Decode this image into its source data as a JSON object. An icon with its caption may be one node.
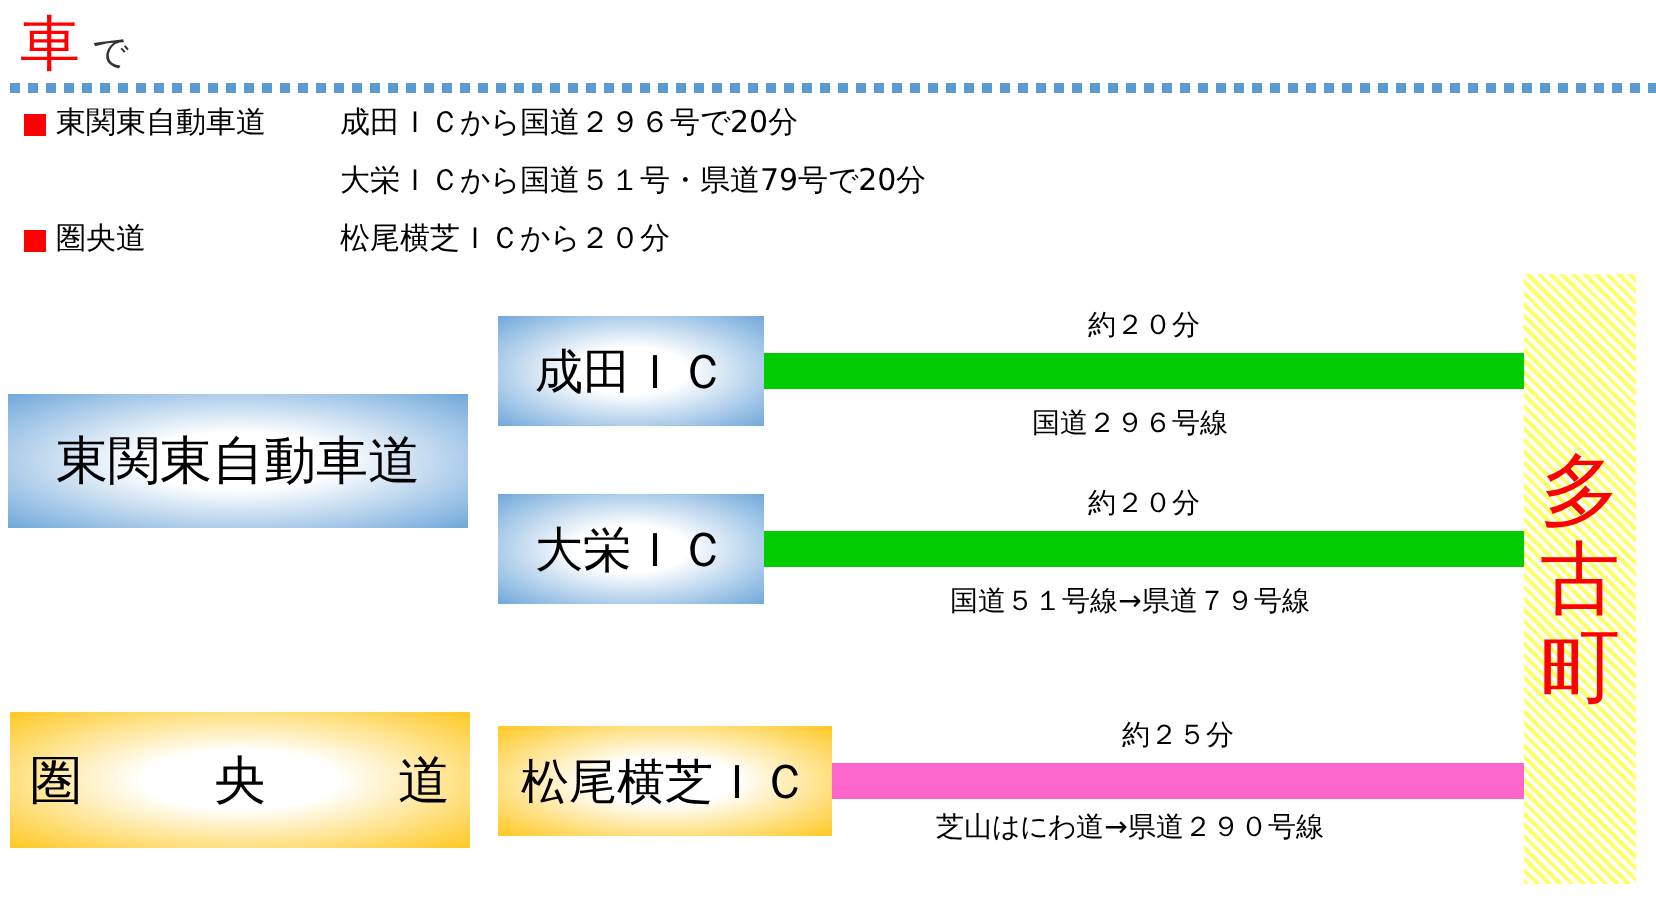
{
  "diagram": {
    "title": "車で",
    "nodes": [
      {
        "text": [
          "東関東自動車道"
        ]
      },
      {
        "text": [
          "成田ＩＣ"
        ]
      },
      {
        "text": [
          "大栄ＩＣ"
        ]
      },
      {
        "text": [
          "圏央道"
        ]
      },
      {
        "text": [
          "松尾横芝ＩＣ"
        ]
      },
      {
        "text": [
          "多古町"
        ]
      }
    ],
    "edges": [
      {
        "from": 1,
        "to": 5,
        "arrow": "none",
        "label": "約２０分",
        "color": "#00cc00"
      },
      {
        "from": 2,
        "to": 5,
        "arrow": "none",
        "label": "約２０分",
        "color": "#00cc00"
      },
      {
        "from": 4,
        "to": 5,
        "arrow": "none",
        "label": "約２５分",
        "color": "#ff66cc"
      }
    ],
    "labels": [
      "東関東自動車道",
      "成田ＩＣから国道２９６号で20分",
      "大栄ＩＣから国道５１号・県道79号で20分",
      "圏央道",
      "松尾横芝ＩＣから２０分",
      "国道２９６号線",
      "国道５１号線→県道７９号線",
      "芝山はにわ道→県道２９０号線"
    ]
  }
}
